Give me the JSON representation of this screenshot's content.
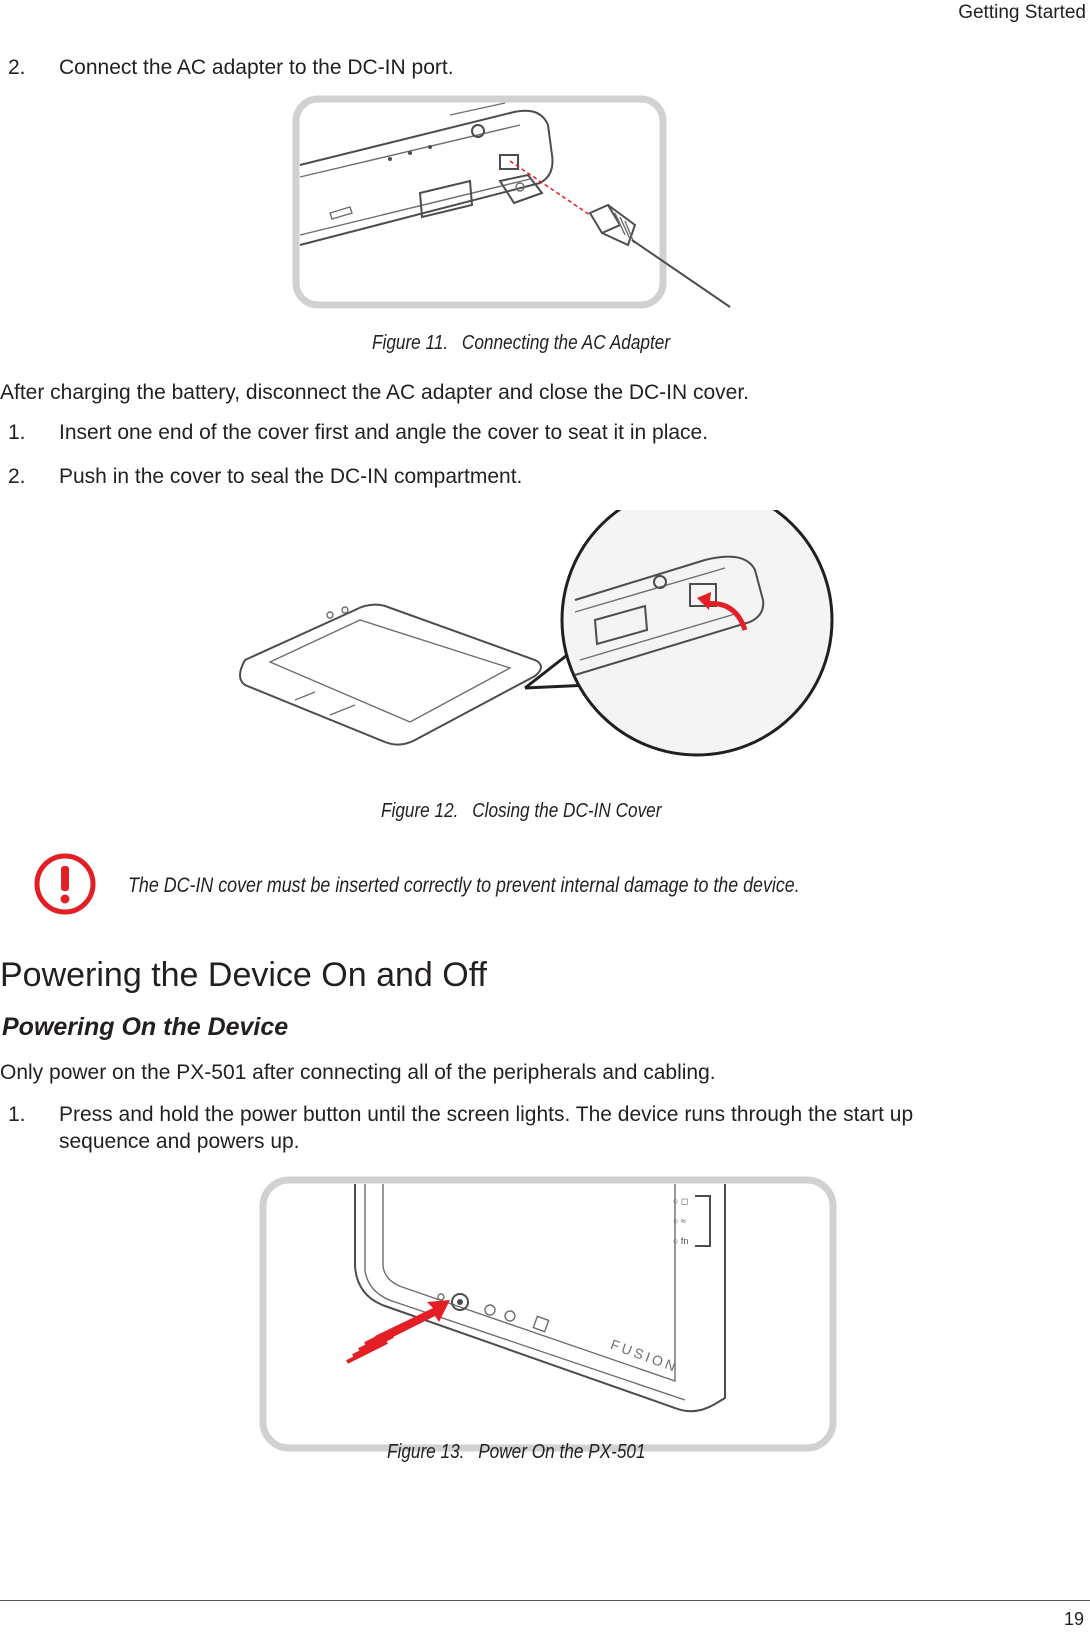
{
  "header": {
    "section": "Getting Started"
  },
  "step_connect": {
    "number": "2.",
    "text": "Connect the AC adapter to the DC-IN port."
  },
  "figure11": {
    "label": "Figure 11.",
    "title": "Connecting the AC Adapter"
  },
  "after_charging": "After charging the battery, disconnect the AC adapter and close the DC-IN cover.",
  "close_steps": [
    {
      "number": "1.",
      "text": "Insert one end of the cover first and angle the cover to seat it in place."
    },
    {
      "number": "2.",
      "text": "Push in the cover to seal the DC-IN compartment."
    }
  ],
  "figure12": {
    "label": "Figure 12.",
    "title": "Closing the DC-IN Cover"
  },
  "warning": {
    "icon": "exclamation-icon",
    "color": "#e31e24",
    "text": "The DC-IN cover must be inserted correctly to prevent internal damage to the device."
  },
  "section_title": "Powering the Device On and Off",
  "subsection_title": "Powering On the Device",
  "power_intro": "Only power on the PX-501 after connecting all of the peripherals and cabling.",
  "power_step": {
    "number": "1.",
    "line1": "Press and hold the power button until the screen lights. The device runs through the start up",
    "line2": "sequence and powers up."
  },
  "figure13": {
    "label": "Figure 13.",
    "title": "Power On the PX-501"
  },
  "device_logo": "FUSION",
  "footer": {
    "page_number": "19"
  }
}
